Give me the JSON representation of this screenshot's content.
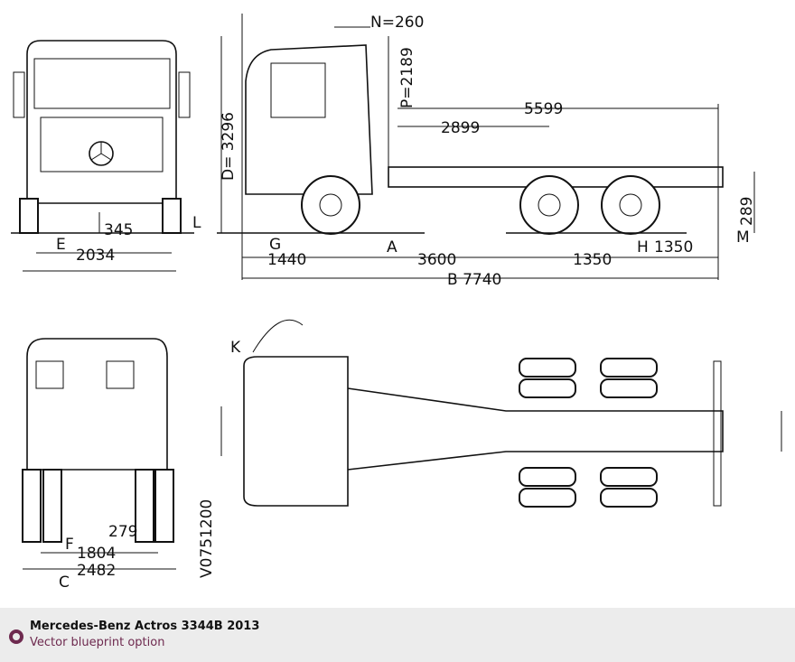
{
  "caption": {
    "title": "Mercedes-Benz Actros 3344B 2013",
    "subtitle": "Vector blueprint option"
  },
  "drawing": {
    "labels": {
      "N": "N=260",
      "P": "P=2189",
      "D": "D= 3296",
      "overall_top": "5599",
      "cab_to_axle": "2899",
      "rear_height": "289",
      "M": "M",
      "L": "L",
      "G": "G",
      "A": "A",
      "H": "H",
      "rear_overhang": "1350",
      "front_overhang": "1440",
      "wheelbase": "3600",
      "axle_spacing": "1350",
      "total_length": "B 7740",
      "E": "E",
      "front_clearance": "345",
      "front_track": "2034",
      "K": "K",
      "rear_clearance": "279",
      "F": "F",
      "rear_track": "1804",
      "C": "C",
      "rear_width": "2482",
      "drawing_code": "V0751200"
    }
  },
  "colors": {
    "accent": "#6e2a4f",
    "caption_bg": "#ececec"
  }
}
